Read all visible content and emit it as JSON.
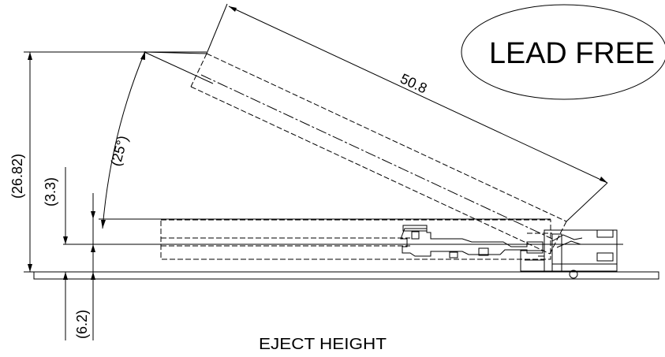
{
  "dimensions": {
    "card_length": "50.8",
    "eject_angle": "(25°)",
    "total_height": "(26.82)",
    "card_offset": "(3.3)",
    "base_height": "(6.2)"
  },
  "stamp": {
    "text": "LEAD FREE"
  },
  "caption": "EJECT HEIGHT",
  "colors": {
    "line": "#000000",
    "background": "#ffffff"
  }
}
